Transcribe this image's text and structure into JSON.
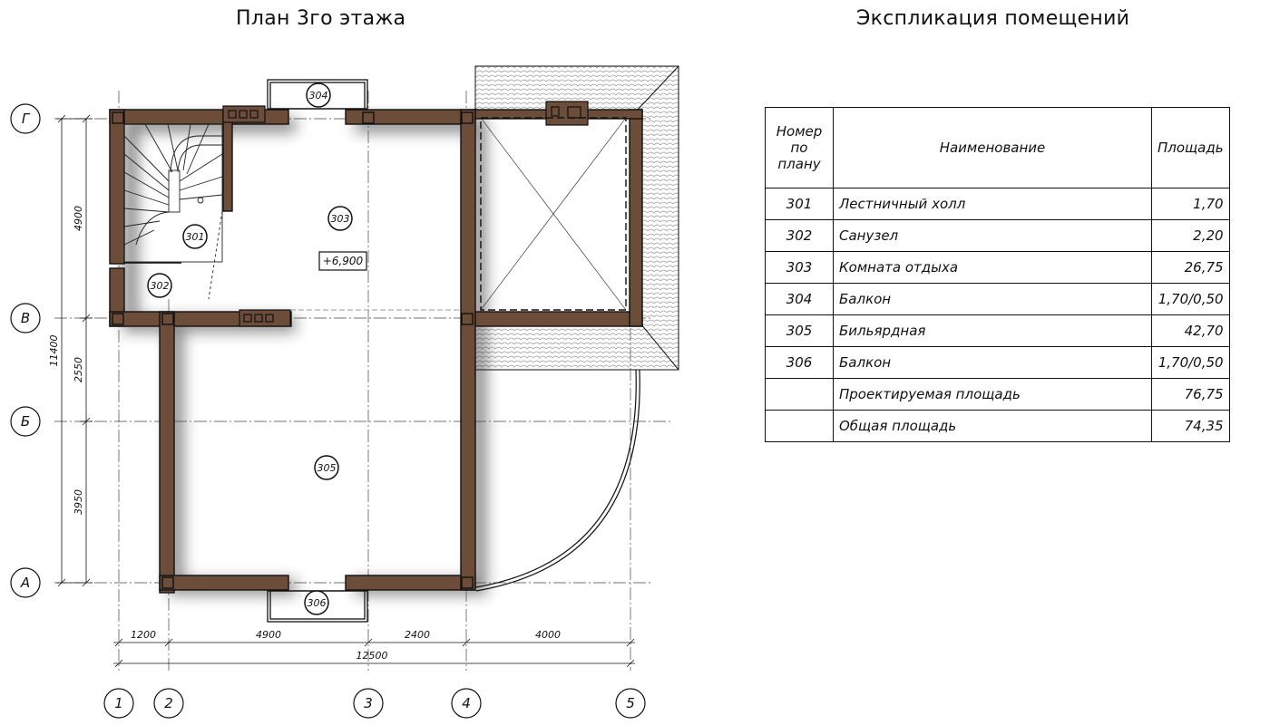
{
  "plan": {
    "title": "План 3го этажа",
    "elevation": "+6,900",
    "rooms": [
      "301",
      "302",
      "303",
      "304",
      "305",
      "306"
    ],
    "axes_letters": [
      "Г",
      "В",
      "Б",
      "А"
    ],
    "axes_numbers": [
      "1",
      "2",
      "3",
      "4",
      "5"
    ],
    "dims_bottom": [
      "1200",
      "4900",
      "2400",
      "4000"
    ],
    "dim_bottom_total": "12500",
    "dims_left": [
      "4900",
      "2550",
      "3950"
    ],
    "dim_left_total": "11400",
    "colors": {
      "wall": "#6b4d3a",
      "ink": "#111111",
      "roof": "#cccccc"
    }
  },
  "explication": {
    "title": "Экспликация помещений",
    "headers": {
      "number": "Номер по плану",
      "name": "Наименование",
      "area": "Площадь"
    },
    "rows": [
      {
        "number": "301",
        "name": "Лестничный холл",
        "area": "1,70"
      },
      {
        "number": "302",
        "name": "Санузел",
        "area": "2,20"
      },
      {
        "number": "303",
        "name": "Комната отдыха",
        "area": "26,75"
      },
      {
        "number": "304",
        "name": "Балкон",
        "area": "1,70/0,50"
      },
      {
        "number": "305",
        "name": "Бильярдная",
        "area": "42,70"
      },
      {
        "number": "306",
        "name": "Балкон",
        "area": "1,70/0,50"
      },
      {
        "number": "",
        "name": "Проектируемая площадь",
        "area": "76,75"
      },
      {
        "number": "",
        "name": "Общая площадь",
        "area": "74,35"
      }
    ]
  }
}
